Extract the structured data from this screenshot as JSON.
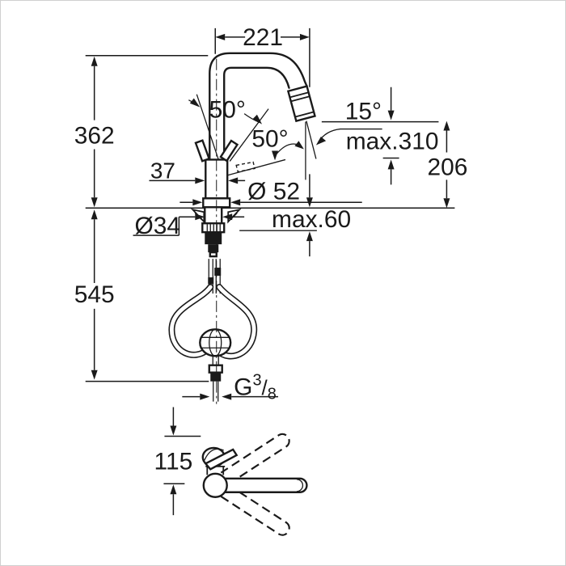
{
  "drawing": {
    "type": "technical-dimension-diagram",
    "colors": {
      "line": "#1a1a1a",
      "background": "#ffffff",
      "border": "#cfcfcf"
    },
    "dims": {
      "width_221": "221",
      "height_362": "362",
      "angle_50_left": "50°",
      "angle_50_right": "50°",
      "angle_15": "15°",
      "max_310": "max.310",
      "height_206": "206",
      "width_37": "37",
      "dia_52": "Ø 52",
      "dia_34": "Ø34",
      "max_60": "max.60",
      "hose_545": "545",
      "offset_115": "115",
      "thread": {
        "g": "G",
        "num": "3",
        "slash": "/",
        "den": "8"
      }
    }
  }
}
